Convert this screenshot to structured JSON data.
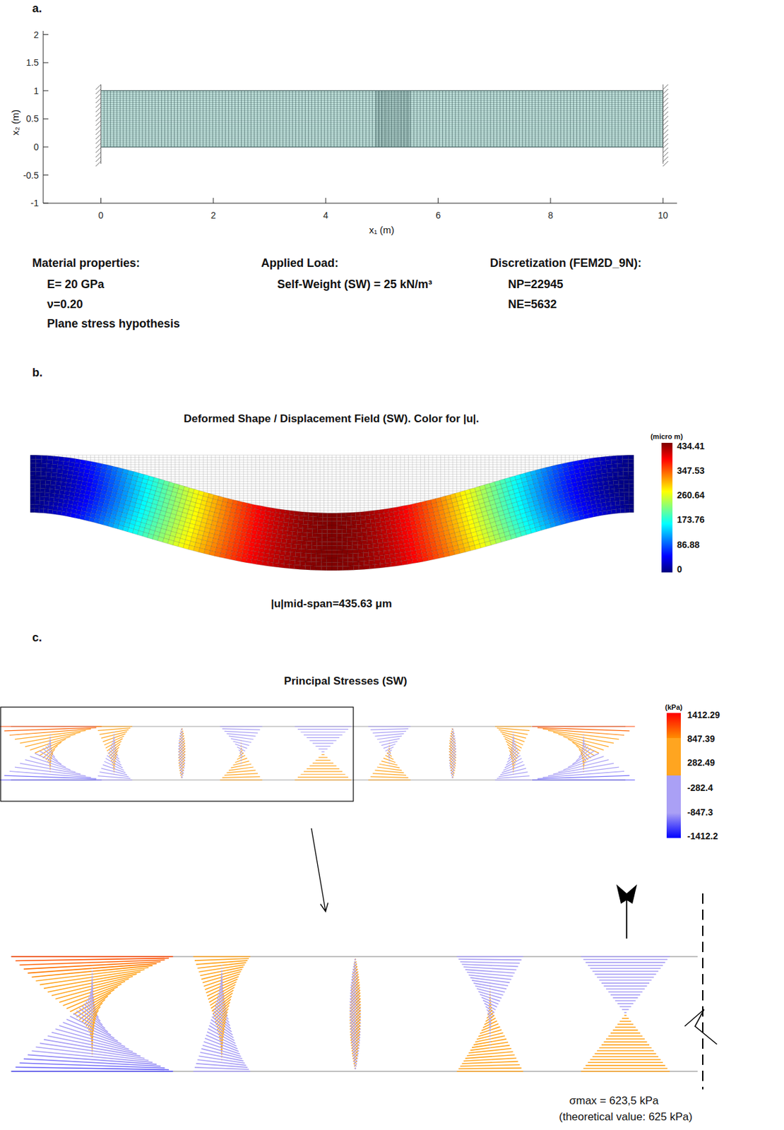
{
  "diagram": {
    "labels": [
      "a.",
      "2",
      "1.5",
      "1",
      "0.5",
      "0",
      "-0.5",
      "-1",
      "x₂ (m)",
      "0",
      "2",
      "4",
      "6",
      "8",
      "10",
      "x₁ (m)",
      "Material properties:",
      "E= 20 GPa",
      "ν=0.20",
      "Plane stress hypothesis",
      "Applied Load:",
      "Self-Weight (SW) = 25 kN/m³",
      "Discretization (FEM2D_9N):",
      "NP=22945",
      "NE=5632",
      "b.",
      "Deformed Shape / Displacement Field (SW). Color for |u|.",
      "(micro m)",
      "434.41",
      "347.53",
      "260.64",
      "173.76",
      "86.88",
      "0",
      "|u|mid-span=435.63 μm",
      "c.",
      "Principal Stresses (SW)",
      "(kPa)",
      "1412.29",
      "847.39",
      "282.49",
      "-282.4",
      "-847.3",
      "-1412.2",
      "σmax = 623,5 kPa",
      "(theoretical value: 625 kPa)"
    ]
  }
}
